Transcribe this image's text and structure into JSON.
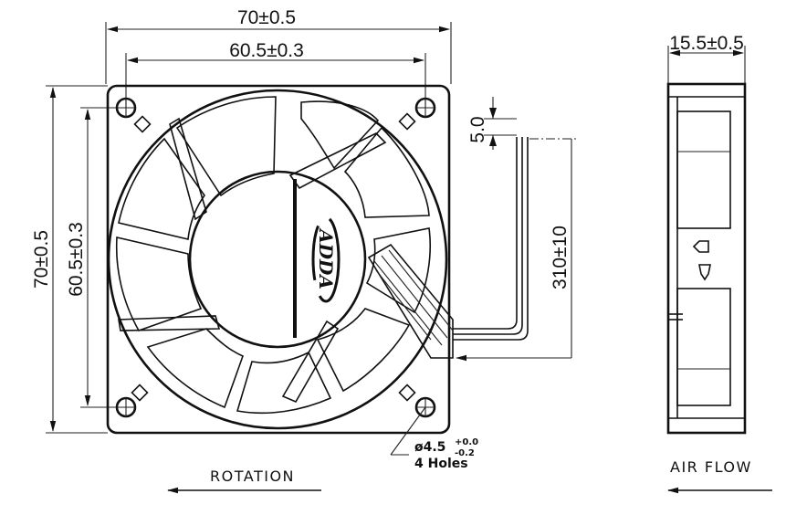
{
  "front_view": {
    "dim_width_outer": "70±0.5",
    "dim_width_holes": "60.5±0.3",
    "dim_height_outer": "70±0.5",
    "dim_height_holes": "60.5±0.3",
    "dim_wire_offset": "5.0",
    "dim_wire_length": "310±10",
    "hole_diameter": "ø4.5",
    "hole_tol_plus": "+0.0",
    "hole_tol_minus": "-0.2",
    "hole_count": "4 Holes",
    "logo": "ADDA",
    "rotation_label": "ROTATION"
  },
  "side_view": {
    "dim_thickness": "15.5±0.5",
    "airflow_label": "AIR FLOW"
  }
}
